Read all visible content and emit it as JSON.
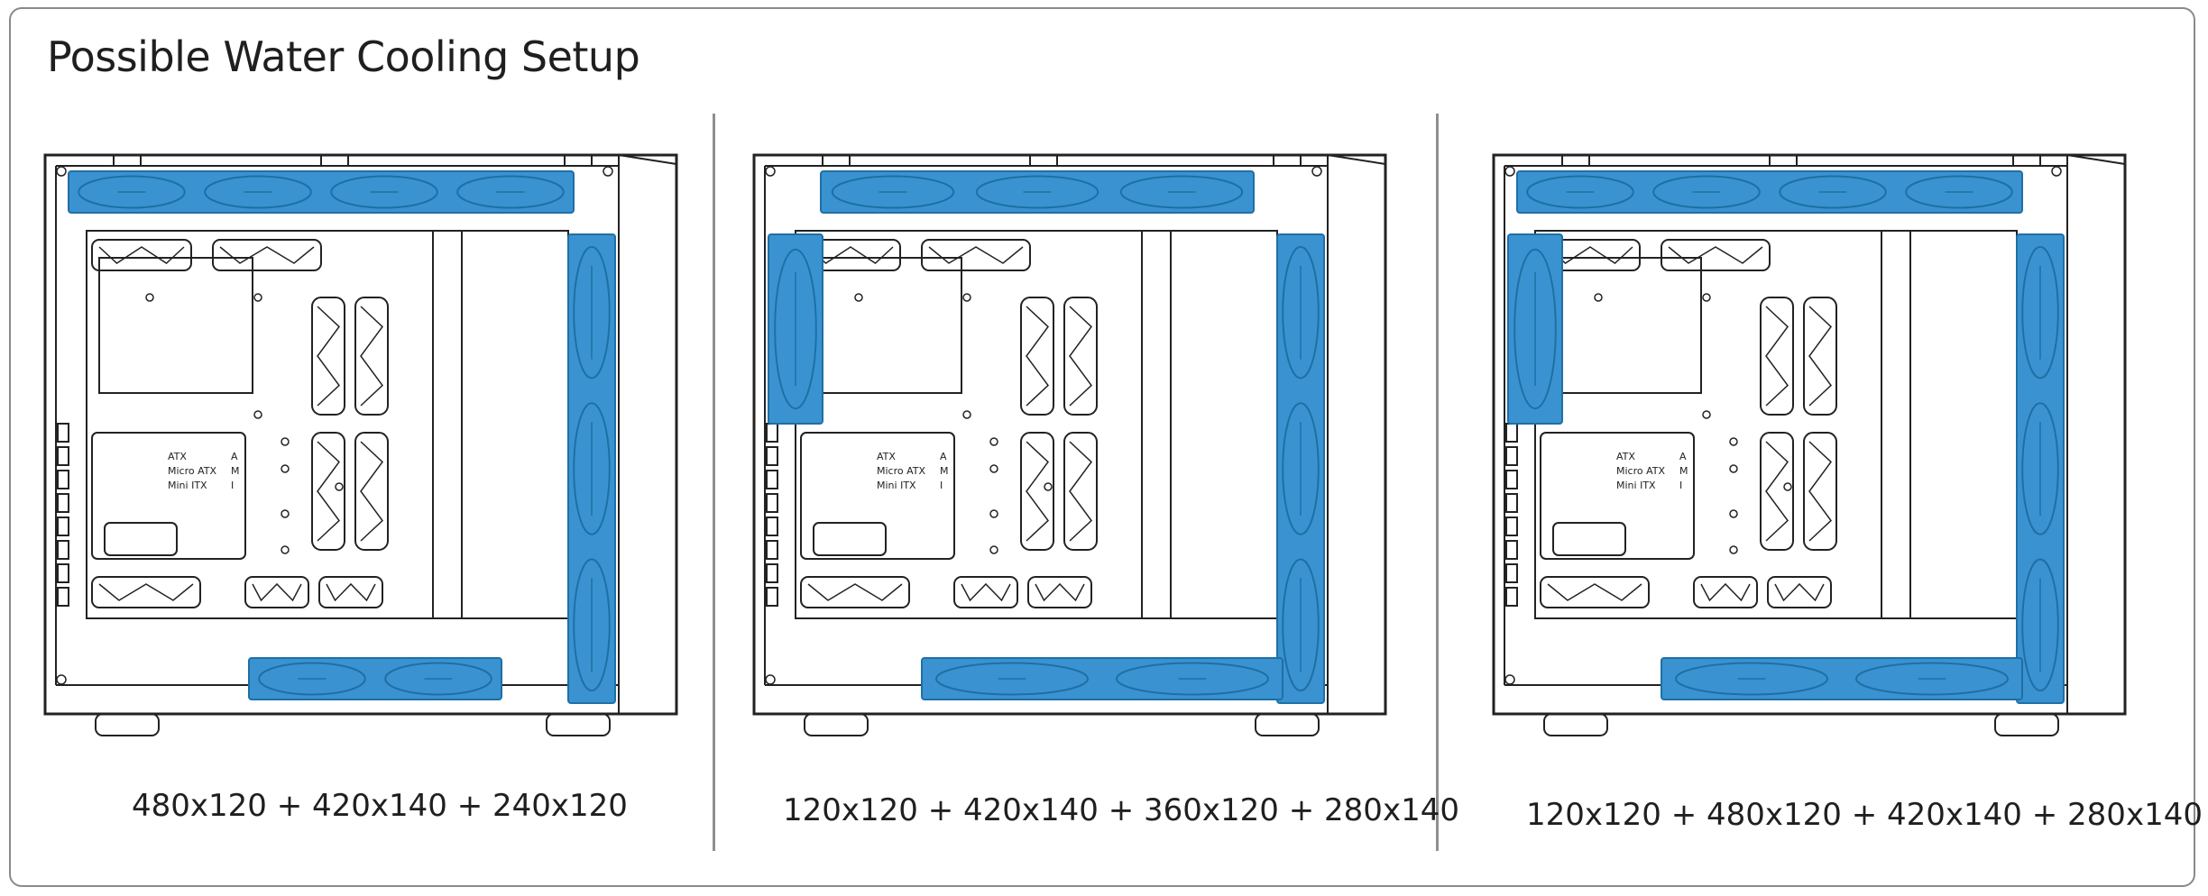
{
  "title": "Possible Water Cooling Setup",
  "colors": {
    "radiator": "#3a93d0",
    "radiator_dark": "#1f6fa6",
    "line": "#222222",
    "divider": "#8f8f8f",
    "frame": "#8a8a8a"
  },
  "board_labels": [
    "ATX",
    "A",
    "Micro ATX",
    "M",
    "Mini ITX",
    "I"
  ],
  "setups": [
    {
      "caption": "480x120 + 420x140 + 240x120",
      "radiators": {
        "top": "480x120",
        "front": "420x140",
        "bottom": "240x120"
      }
    },
    {
      "caption": "120x120 + 420x140 + 360x120 + 280x140",
      "radiators": {
        "rear": "120x120",
        "front": "420x140",
        "top": "360x120",
        "bottom": "280x140"
      }
    },
    {
      "caption": "120x120 + 480x120 + 420x140 + 280x140",
      "radiators": {
        "rear": "120x120",
        "top": "480x120",
        "front": "420x140",
        "bottom": "280x140"
      }
    }
  ]
}
